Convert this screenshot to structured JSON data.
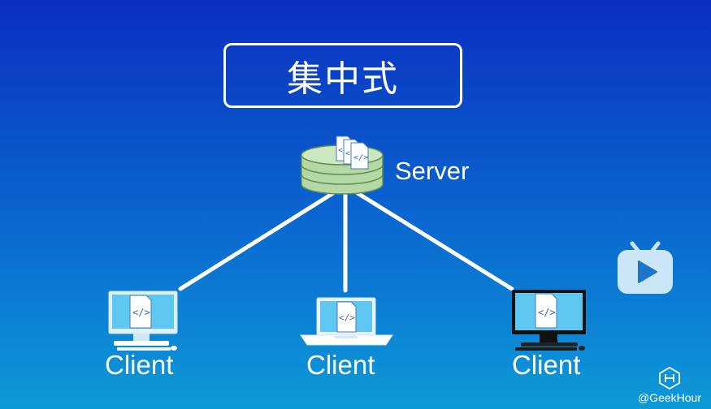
{
  "title": "集中式",
  "server": {
    "label": "Server"
  },
  "clients": [
    {
      "label": "Client",
      "device": "desktop-monitor-icon"
    },
    {
      "label": "Client",
      "device": "laptop-icon"
    },
    {
      "label": "Client",
      "device": "dark-monitor-icon"
    }
  ],
  "watermark": "@GeekHour",
  "colors": {
    "background_top": "#0b2fc0",
    "background_bottom": "#0d9ad8",
    "server_green": "#b6d8a6",
    "connector": "#ffffff"
  }
}
